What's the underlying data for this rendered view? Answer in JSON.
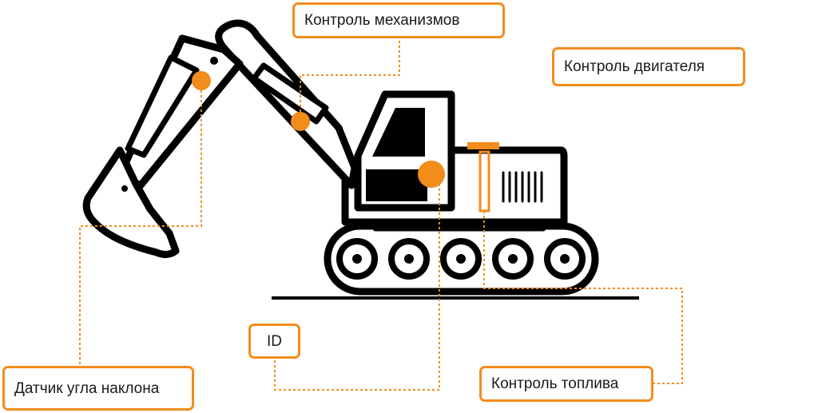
{
  "labels": {
    "mechanisms": "Контроль механизмов",
    "engine": "Контроль двигателя",
    "id": "ID",
    "fuel": "Контроль топлива",
    "tilt_sensor": "Датчик угла наклона"
  },
  "colors": {
    "accent": "#f28c1b",
    "outline": "#000000",
    "background": "#ffffff"
  },
  "icons": {
    "machine": "excavator-icon"
  }
}
